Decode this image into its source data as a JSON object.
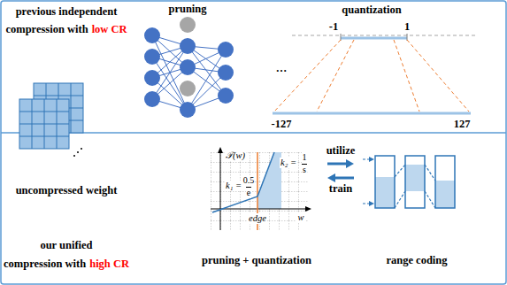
{
  "diagram": {
    "nodes": [
      {
        "text": [
          "pruning + quantization"
        ]
      },
      {
        "text": [
          "range coding"
        ]
      }
    ],
    "edges": [
      {
        "from": 0,
        "to": 1,
        "label": "utilize",
        "arrow": "to"
      },
      {
        "from": 1,
        "to": 0,
        "label": "train",
        "arrow": "to"
      }
    ],
    "labels": [
      "previous independent",
      "compression with",
      "low CR",
      "pruning",
      "quantization",
      "-1",
      "1",
      "-127",
      "127",
      "…",
      "uncompressed weight",
      "our unified",
      "compression with",
      "high CR",
      "𝒯(w)",
      "w",
      "k₁ =",
      "0.5",
      "e",
      "k₂ =",
      "1",
      "s",
      "edge"
    ]
  }
}
